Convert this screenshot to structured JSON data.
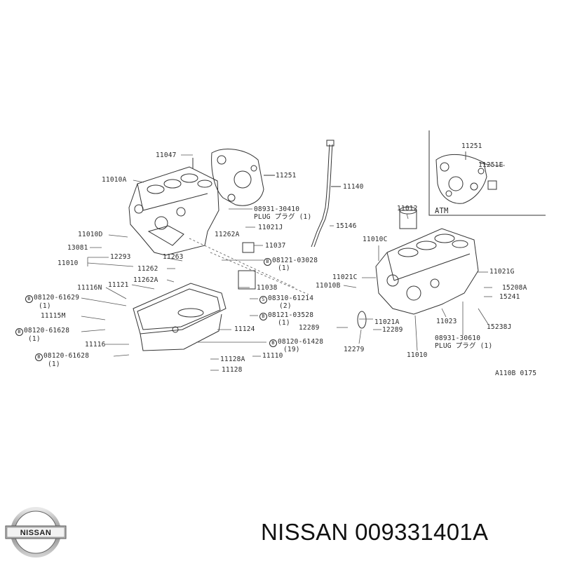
{
  "brand": {
    "name": "NISSAN",
    "part_number": "NISSAN 009331401A"
  },
  "diagram": {
    "code": "A110B 0175",
    "atm_label": "ATM",
    "labels": [
      {
        "id": "11047",
        "text": "11047"
      },
      {
        "id": "11010A",
        "text": "11010A"
      },
      {
        "id": "11251-top",
        "text": "11251"
      },
      {
        "id": "11140",
        "text": "11140"
      },
      {
        "id": "08931-30410",
        "text": "08931-30410"
      },
      {
        "id": "plug-1-top",
        "text": "PLUG プラグ (1)"
      },
      {
        "id": "11021J",
        "text": "11021J"
      },
      {
        "id": "15146",
        "text": "15146"
      },
      {
        "id": "11010D",
        "text": "11010D"
      },
      {
        "id": "11262A-top",
        "text": "11262A"
      },
      {
        "id": "13081",
        "text": "13081"
      },
      {
        "id": "11037",
        "text": "11037"
      },
      {
        "id": "12293",
        "text": "12293"
      },
      {
        "id": "11263",
        "text": "11263"
      },
      {
        "id": "11010-left",
        "text": "11010"
      },
      {
        "id": "08121-03028",
        "text": "08121-03028"
      },
      {
        "id": "q1-a",
        "text": "(1)"
      },
      {
        "id": "11262",
        "text": "11262"
      },
      {
        "id": "11262A-mid",
        "text": "11262A"
      },
      {
        "id": "11121",
        "text": "11121"
      },
      {
        "id": "11116N",
        "text": "11116N"
      },
      {
        "id": "11038",
        "text": "11038"
      },
      {
        "id": "08120-61629",
        "text": "08120-61629"
      },
      {
        "id": "q1-b",
        "text": "(1)"
      },
      {
        "id": "08310-61214",
        "text": "08310-61214"
      },
      {
        "id": "q2",
        "text": "(2)"
      },
      {
        "id": "11115M",
        "text": "11115M"
      },
      {
        "id": "08121-03528",
        "text": "08121-03528"
      },
      {
        "id": "q1-c",
        "text": "(1)"
      },
      {
        "id": "08120-61628-a",
        "text": "08120-61628"
      },
      {
        "id": "q1-d",
        "text": "(1)"
      },
      {
        "id": "11124",
        "text": "11124"
      },
      {
        "id": "11116",
        "text": "11116"
      },
      {
        "id": "08120-61428",
        "text": "08120-61428"
      },
      {
        "id": "q19",
        "text": "(19)"
      },
      {
        "id": "08120-61628-b",
        "text": "08120-61628"
      },
      {
        "id": "q1-e",
        "text": "(1)"
      },
      {
        "id": "11128A",
        "text": "11128A"
      },
      {
        "id": "11110",
        "text": "11110"
      },
      {
        "id": "11128",
        "text": "11128"
      },
      {
        "id": "11012",
        "text": "11012"
      },
      {
        "id": "11010C",
        "text": "11010C"
      },
      {
        "id": "11021C",
        "text": "11021C"
      },
      {
        "id": "11010B",
        "text": "11010B"
      },
      {
        "id": "11021G",
        "text": "11021G"
      },
      {
        "id": "15208A",
        "text": "15208A"
      },
      {
        "id": "15241",
        "text": "15241"
      },
      {
        "id": "11021A",
        "text": "11021A"
      },
      {
        "id": "12289-a",
        "text": "12289"
      },
      {
        "id": "12289-b",
        "text": "12289"
      },
      {
        "id": "11023",
        "text": "11023"
      },
      {
        "id": "15238J",
        "text": "15238J"
      },
      {
        "id": "08931-30610",
        "text": "08931-30610"
      },
      {
        "id": "plug-1-bot",
        "text": "PLUG プラグ (1)"
      },
      {
        "id": "12279",
        "text": "12279"
      },
      {
        "id": "11010-right",
        "text": "11010"
      },
      {
        "id": "11251-atm",
        "text": "11251"
      },
      {
        "id": "11251E",
        "text": "11251E"
      }
    ],
    "markers": {
      "b": "B",
      "s": "S"
    }
  }
}
